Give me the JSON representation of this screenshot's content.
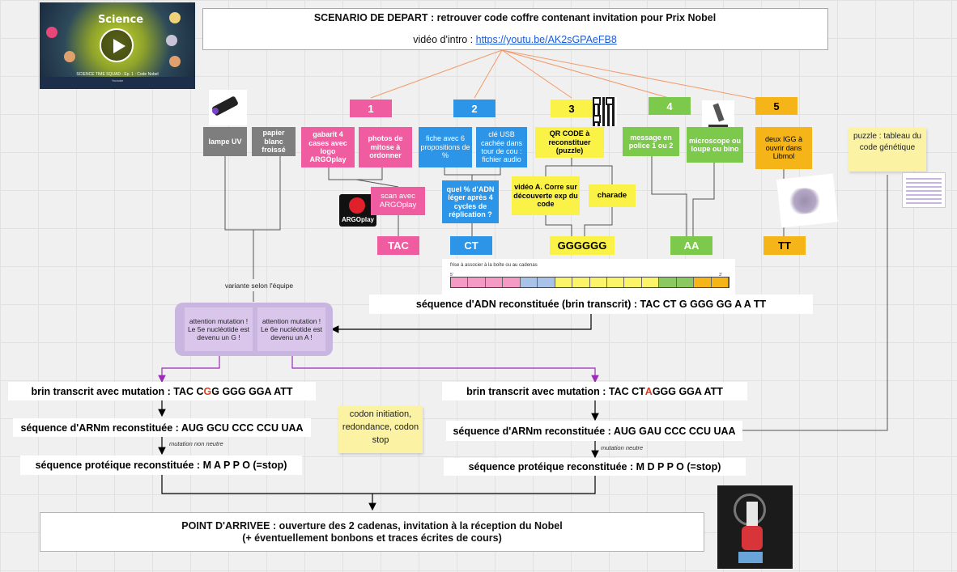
{
  "header": {
    "title": "SCENARIO DE DEPART : retrouver code coffre contenant invitation pour Prix Nobel",
    "video_label": "vidéo d'intro : ",
    "video_link": "https://youtu.be/AK2sGPAeFB8"
  },
  "thumbnail": {
    "title_line1": "Science",
    "caption": "SCIENCE TIME SQUAD - Ep. 1 : Code Nobel",
    "sub": "Youtube"
  },
  "steps": [
    {
      "num": "1",
      "items": [
        "gabarit 4 cases avec logo ARGOplay",
        "photos de mitose à ordonner"
      ],
      "follow": "scan avec ARGOplay",
      "code": "TAC"
    },
    {
      "num": "2",
      "items": [
        "fiche avec 6 propositions de %",
        "clé USB cachée dans tour de cou : fichier audio"
      ],
      "follow": "quel % d'ADN léger après 4 cycles de réplication ?",
      "code": "CT"
    },
    {
      "num": "3",
      "items": [
        "QR CODE à reconstituer (puzzle)"
      ],
      "follow_items": [
        "vidéo A. Corre sur découverte exp du code",
        "charade"
      ],
      "code": "GGGGGG"
    },
    {
      "num": "4",
      "items": [
        "message en police 1 ou 2",
        "microscope ou loupe ou bino"
      ],
      "code": "AA"
    },
    {
      "num": "5",
      "items": [
        "deux IGG à ouvrir dans Libmol"
      ],
      "code": "TT"
    }
  ],
  "tools": {
    "uv": "lampe UV",
    "paper": "papier blanc froissé"
  },
  "argoplay_logo": "ARGOplay",
  "strip": {
    "title": "frise à associer à la boîte ou au cadenas",
    "left": "5'",
    "right": "3'",
    "colors": [
      "#f59ac4",
      "#f59ac4",
      "#f59ac4",
      "#f59ac4",
      "#a8c2e8",
      "#a8c2e8",
      "#fbf469",
      "#fbf469",
      "#fbf469",
      "#fbf469",
      "#fbf469",
      "#fbf469",
      "#8cc860",
      "#8cc860",
      "#f5b519",
      "#f5b519"
    ]
  },
  "reconstituted": "séquence d'ADN reconstituée (brin transcrit) : TAC    CT    G GGG GG    A A    TT",
  "variant_label": "variante selon l'équipe",
  "mutations": {
    "left": "attention mutation ! Le 5e nucléotide est devenu un G !",
    "right": "attention mutation ! Le 6e nucléotide est devenu un A !"
  },
  "puzzle_note": "puzzle : tableau du code génétique",
  "codon_note": "codon initiation, redondance, codon stop",
  "left_branch": {
    "strand_prefix": "brin transcrit avec mutation : TAC C",
    "strand_mut": "G",
    "strand_suffix": "G GGG GGA ATT",
    "mrna": "séquence d'ARNm reconstituée : AUG GCU CCC CCU UAA",
    "mutation_note": "mutation non neutre",
    "protein": "séquence protéique reconstituée : M A P P O (=stop)"
  },
  "right_branch": {
    "strand_prefix": "brin transcrit avec mutation : TAC CT",
    "strand_mut": "A",
    "strand_suffix": " GGG GGA ATT",
    "mrna": "séquence d'ARNm reconstituée : AUG GAU CCC CCU UAA",
    "mutation_note": "mutation neutre",
    "protein": "séquence protéique reconstituée : M D P P O (=stop)"
  },
  "arrival": {
    "line1": "POINT D'ARRIVEE : ouverture des 2 cadenas, invitation à la réception du Nobel",
    "line2": "(+ éventuellement bonbons et traces écrites de cours)"
  },
  "accent_colors": {
    "pink": "#ef5da0",
    "blue": "#2d95e8",
    "yellow": "#fbf247",
    "green": "#7cc94b",
    "orange": "#f5b519",
    "purple": "#9b2bb8",
    "mutation_red": "#e23b1e"
  }
}
